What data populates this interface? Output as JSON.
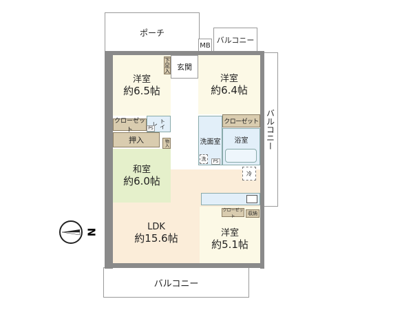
{
  "labels": {
    "porch": "ポーチ",
    "mb": "MB",
    "balcony_top": "バルコニー",
    "balcony_right": "バルコニー",
    "balcony_bottom": "バルコニー",
    "entrance": "玄関",
    "shoe_storage": "下足入",
    "room1": {
      "name": "洋室",
      "size": "約6.5帖"
    },
    "room2": {
      "name": "洋室",
      "size": "約6.4帖"
    },
    "closet_left": "クローゼット",
    "toilet": "トイレ",
    "ps1": "PS",
    "oshiire": "押入",
    "storage_small": "物入",
    "washroom": "洗面室",
    "bath": "浴室",
    "closet_right": "クローゼット",
    "wash": "洗",
    "ps2": "PS",
    "japanese_room": {
      "name": "和室",
      "size": "約6.0帖"
    },
    "fridge": "冷",
    "ldk": {
      "name": "LDK",
      "size": "約15.6帖"
    },
    "room3": {
      "name": "洋室",
      "size": "約5.1帖"
    },
    "closet_small": "クローゼット",
    "storage": "収納",
    "compass": "N"
  }
}
